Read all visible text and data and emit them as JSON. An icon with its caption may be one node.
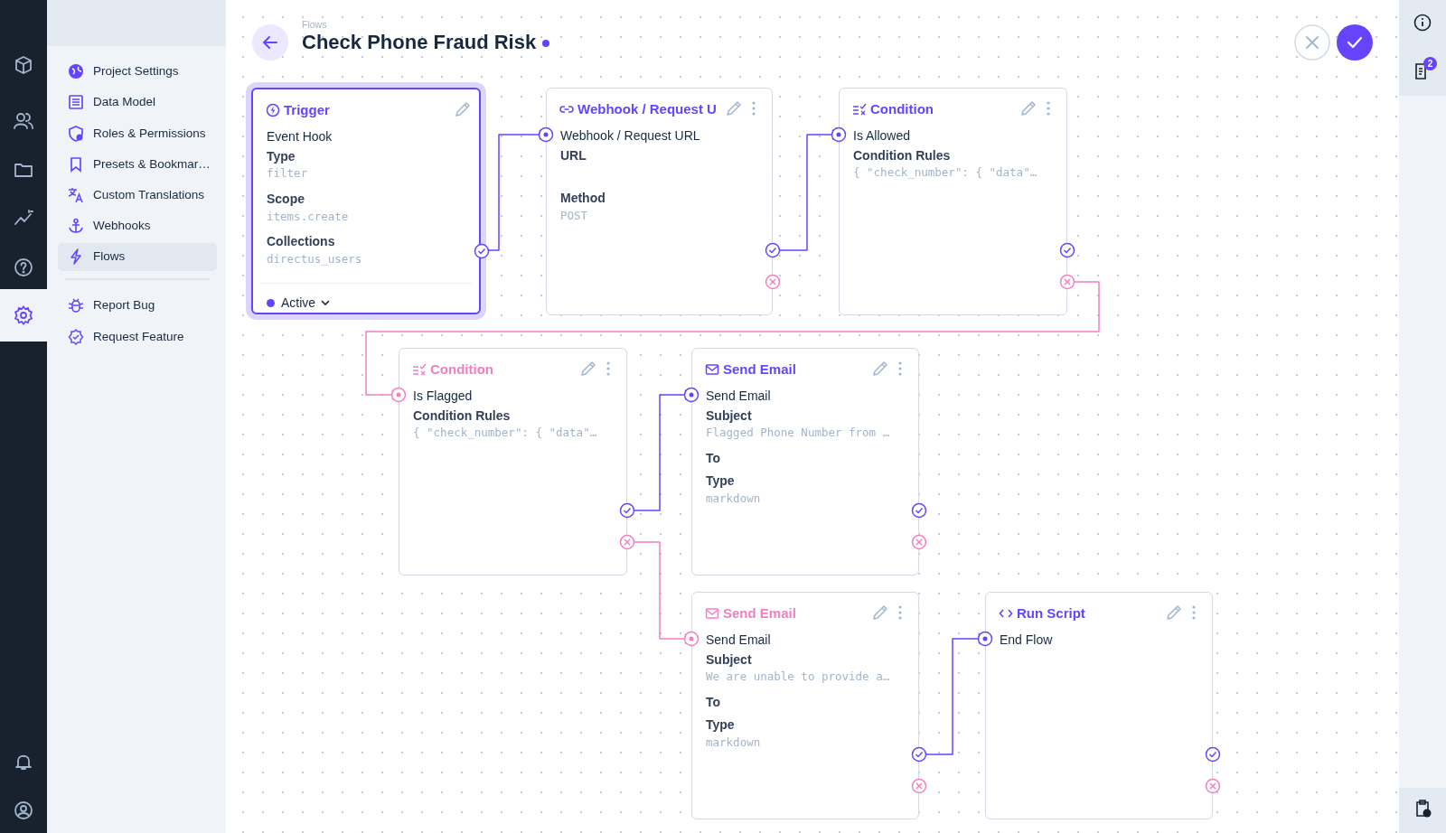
{
  "diagram": {
    "title": "Check Phone Fraud Risk",
    "nodes": [
      {
        "text": [
          "Trigger",
          "Event Hook",
          "Type",
          "filter",
          "Scope",
          "items.create",
          "Collections",
          "directus_users",
          "Active"
        ]
      },
      {
        "text": [
          "Webhook / Request U",
          "Webhook / Request URL",
          "URL",
          "Method",
          "POST"
        ]
      },
      {
        "text": [
          "Condition",
          "Is Allowed",
          "Condition Rules",
          "{ \"check_number\": { \"data\"…"
        ]
      },
      {
        "text": [
          "Condition",
          "Is Flagged",
          "Condition Rules",
          "{ \"check_number\": { \"data\"…"
        ]
      },
      {
        "text": [
          "Send Email",
          "Send Email",
          "Subject",
          "Flagged Phone Number from …",
          "To",
          "Type",
          "markdown"
        ]
      },
      {
        "text": [
          "Send Email",
          "Send Email",
          "Subject",
          "We are unable to provide a…",
          "To",
          "Type",
          "markdown"
        ]
      },
      {
        "text": [
          "Run Script",
          "End Flow"
        ]
      }
    ],
    "edges": [
      {
        "from": 0,
        "to": 1,
        "arrow": "to"
      },
      {
        "from": 1,
        "to": 2,
        "arrow": "to"
      },
      {
        "from": 2,
        "to": 3,
        "arrow": "to",
        "color": "#f17fc4"
      },
      {
        "from": 3,
        "to": 4,
        "arrow": "to"
      },
      {
        "from": 3,
        "to": 5,
        "arrow": "to",
        "color": "#f17fc4"
      },
      {
        "from": 5,
        "to": 6,
        "arrow": "to"
      }
    ],
    "labels": [
      "Flows",
      "Project Settings",
      "Data Model",
      "Roles & Permissions",
      "Presets & Bookmar…",
      "Custom Translations",
      "Webhooks",
      "Flows",
      "Report Bug",
      "Request Feature",
      "2"
    ]
  }
}
